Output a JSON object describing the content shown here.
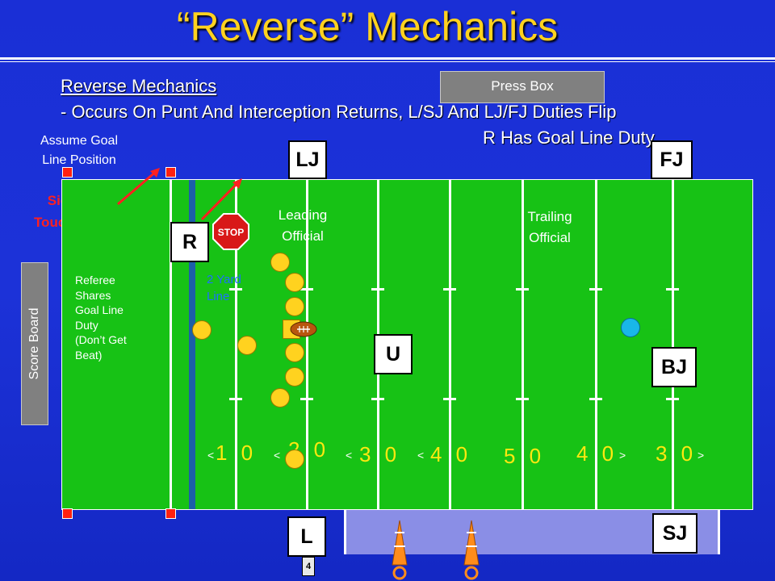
{
  "title": "“Reverse” Mechanics",
  "subhead": "Reverse Mechanics",
  "description": "- Occurs On Punt And Interception Returns, L/SJ And LJ/FJ Duties Flip",
  "description2": "R Has Goal Line Duty",
  "press_box": "Press Box",
  "score_board": "Score Board",
  "assume_goal": [
    "Assume Goal",
    "Line Position"
  ],
  "signals": [
    "Signals",
    "Touchdown"
  ],
  "leading_official": [
    "Leading",
    "Official"
  ],
  "trailing_official": [
    "Trailing",
    "Official"
  ],
  "referee_note": [
    "Referee",
    "Shares",
    "Goal Line",
    "Duty",
    "(Don’t Get",
    "Beat)"
  ],
  "yard_note": [
    "2 Yard",
    "Line"
  ],
  "officials": {
    "lj": "LJ",
    "fj": "FJ",
    "r": "R",
    "u": "U",
    "bj": "BJ",
    "l": "L",
    "sj": "SJ"
  },
  "stop_sign": "STOP",
  "chain_tag": "4",
  "yard_numbers": [
    "1 0",
    "2 0",
    "3 0",
    "4 0",
    "5 0",
    "4 0",
    "3 0"
  ],
  "yard_arrows": [
    "<",
    "<",
    "<",
    "<",
    "",
    ">",
    ">"
  ],
  "colors": {
    "background": "#1a2fd6",
    "title": "#ffd21f",
    "field": "#17c215",
    "player": "#ffd21f",
    "opponent": "#19b7e8",
    "signals": "#ff2020",
    "pylon": "#ff2010",
    "yard_line_blue": "#1e6fff"
  }
}
